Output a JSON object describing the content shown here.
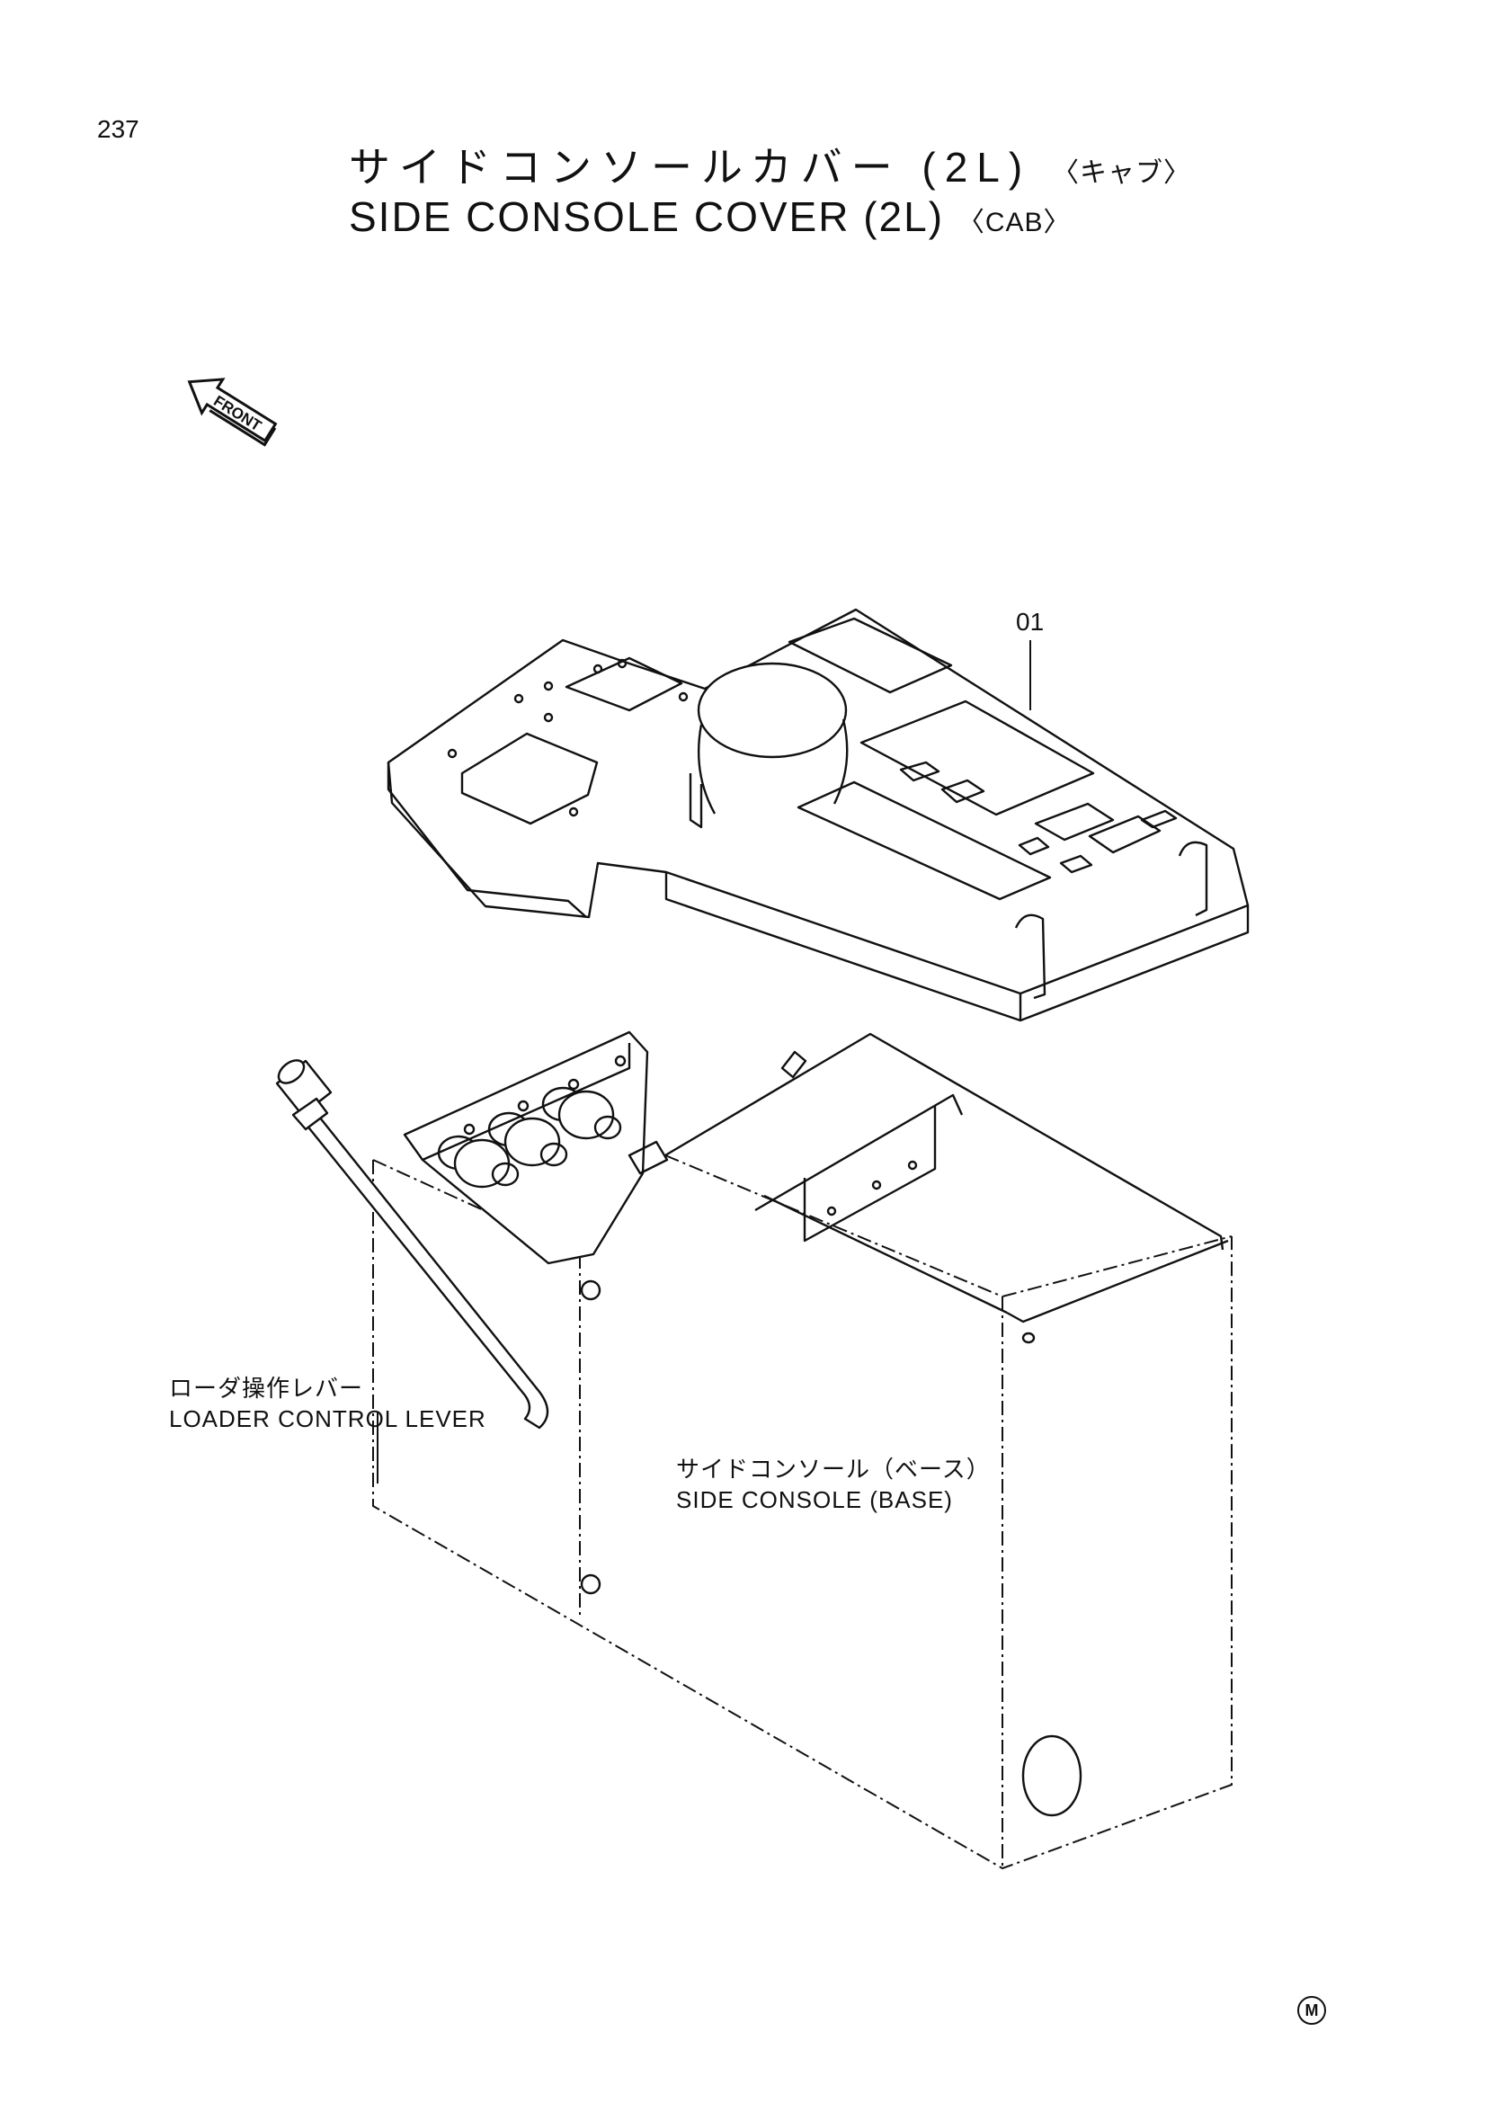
{
  "page": {
    "number": "237"
  },
  "title": {
    "jp_main": "サイドコンソールカバー (2L)",
    "jp_sub": "〈キャブ〉",
    "en_main": "SIDE CONSOLE COVER (2L)",
    "en_sub": "〈CAB〉"
  },
  "diagram": {
    "front_arrow": "FRONT",
    "part_number": "01",
    "lever_label_jp": "ローダ操作レバー",
    "lever_label_en": "LOADER CONTROL LEVER",
    "base_label_jp": "サイドコンソール（ベース）",
    "base_label_en": "SIDE CONSOLE (BASE)",
    "corner_mark": "M"
  }
}
